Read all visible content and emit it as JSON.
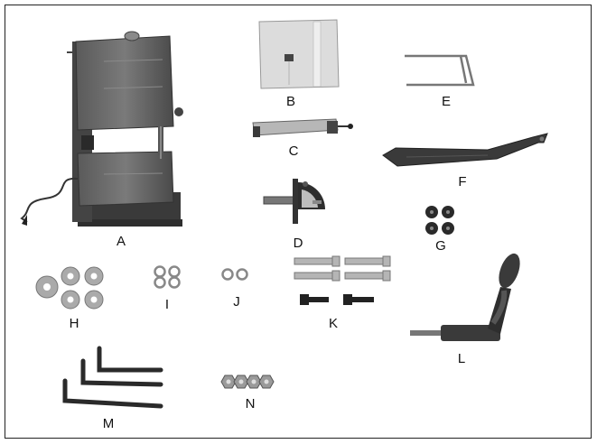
{
  "parts": [
    {
      "id": "A",
      "label": "A",
      "name": "band-saw-body"
    },
    {
      "id": "B",
      "label": "B",
      "name": "saw-table"
    },
    {
      "id": "C",
      "label": "C",
      "name": "rip-fence"
    },
    {
      "id": "D",
      "label": "D",
      "name": "miter-gauge"
    },
    {
      "id": "E",
      "label": "E",
      "name": "stand-bracket"
    },
    {
      "id": "F",
      "label": "F",
      "name": "push-stick"
    },
    {
      "id": "G",
      "label": "G",
      "name": "rubber-feet"
    },
    {
      "id": "H",
      "label": "H",
      "name": "flat-washers"
    },
    {
      "id": "I",
      "label": "I",
      "name": "lock-washers"
    },
    {
      "id": "J",
      "label": "J",
      "name": "small-washers"
    },
    {
      "id": "K",
      "label": "K",
      "name": "bolts-and-screws"
    },
    {
      "id": "L",
      "label": "L",
      "name": "locking-handle"
    },
    {
      "id": "M",
      "label": "M",
      "name": "hex-keys"
    },
    {
      "id": "N",
      "label": "N",
      "name": "hex-nuts"
    }
  ],
  "colors": {
    "metal_dark": "#3a3a3a",
    "metal_mid": "#6e6e6e",
    "metal_light": "#c9c9c9",
    "table_gray": "#d9d9d9",
    "black_part": "#1e1e1e"
  }
}
